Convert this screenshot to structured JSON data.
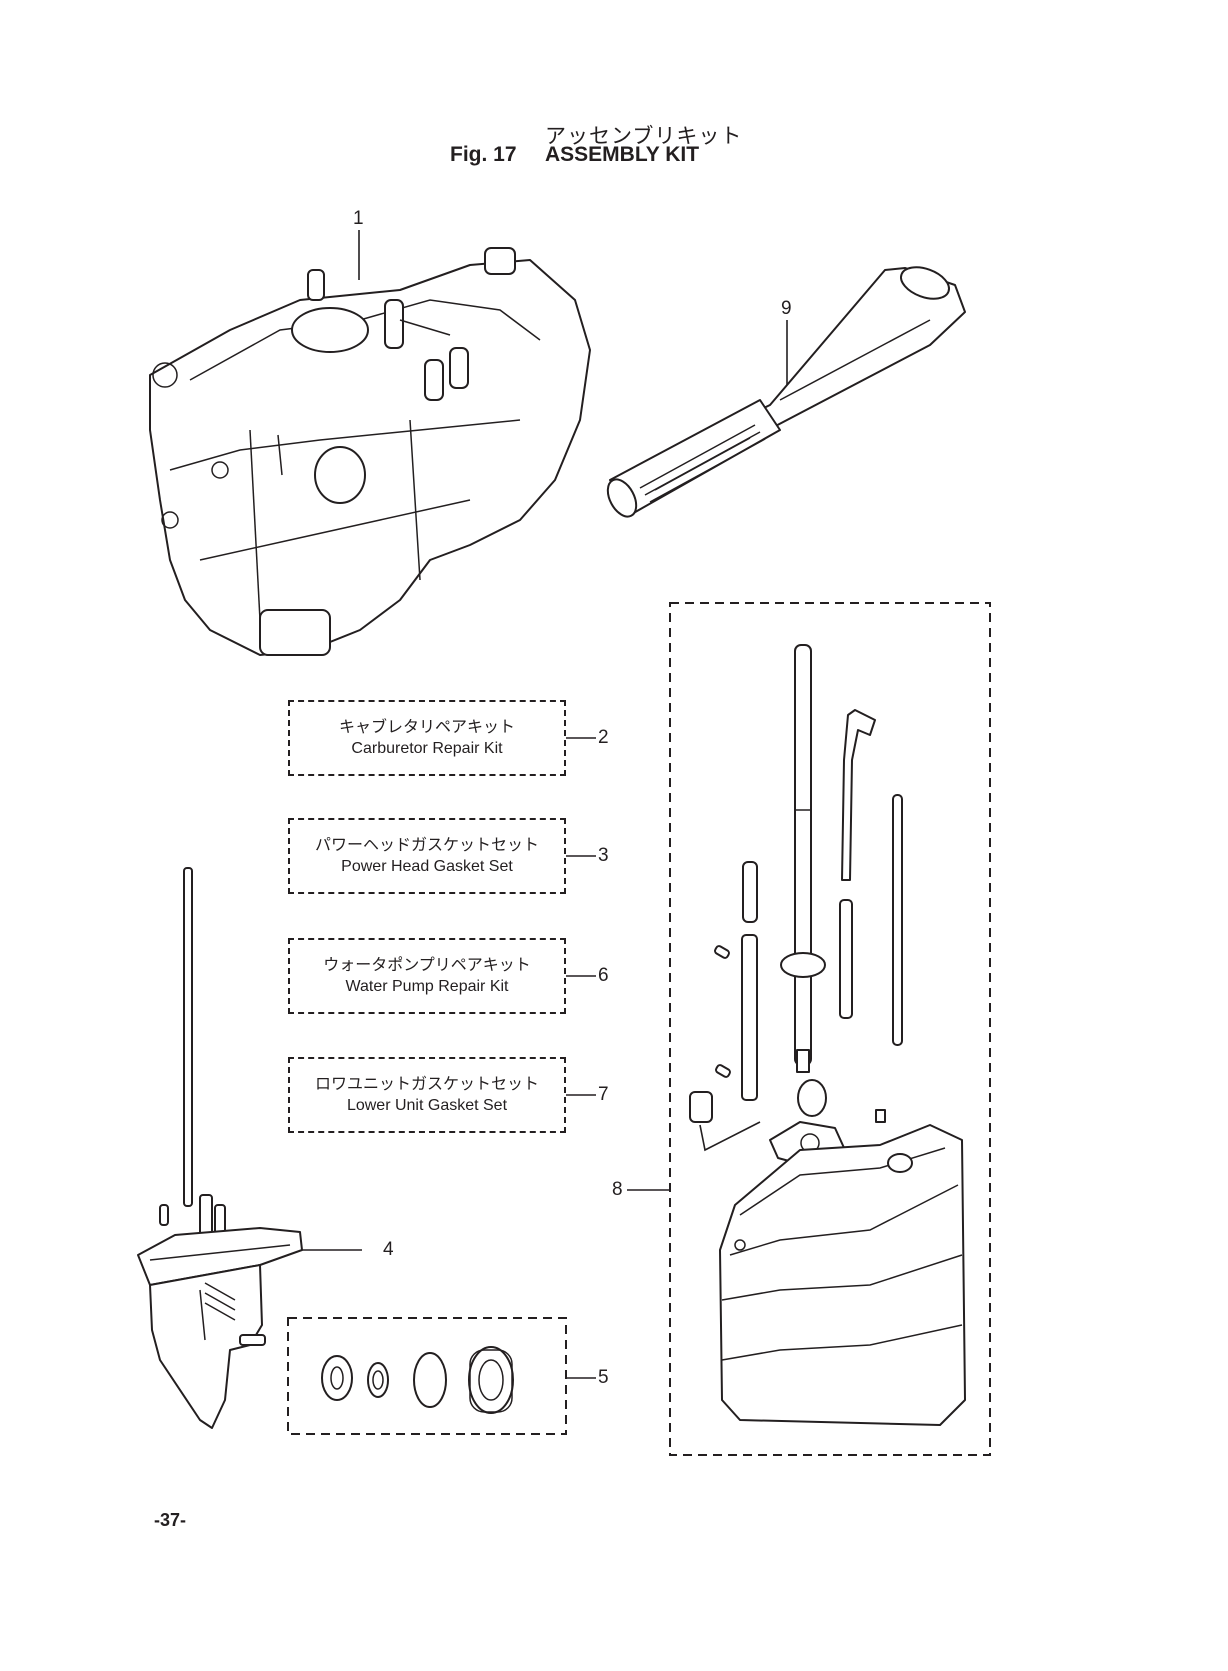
{
  "header": {
    "title_jp": "アッセンブリキット",
    "fig_label": "Fig. 17",
    "title_en": "ASSEMBLY KIT"
  },
  "kits": [
    {
      "jp": "キャブレタリペアキット",
      "en": "Carburetor Repair Kit",
      "number": "2"
    },
    {
      "jp": "パワーヘッドガスケットセット",
      "en": "Power Head Gasket Set",
      "number": "3"
    },
    {
      "jp": "ウォータポンプリペアキット",
      "en": "Water Pump Repair Kit",
      "number": "6"
    },
    {
      "jp": "ロワユニットガスケットセット",
      "en": "Lower Unit Gasket Set",
      "number": "7"
    }
  ],
  "callouts": {
    "c1": "1",
    "c4": "4",
    "c5": "5",
    "c8": "8",
    "c9": "9"
  },
  "footer": {
    "page_number": "-37-"
  }
}
